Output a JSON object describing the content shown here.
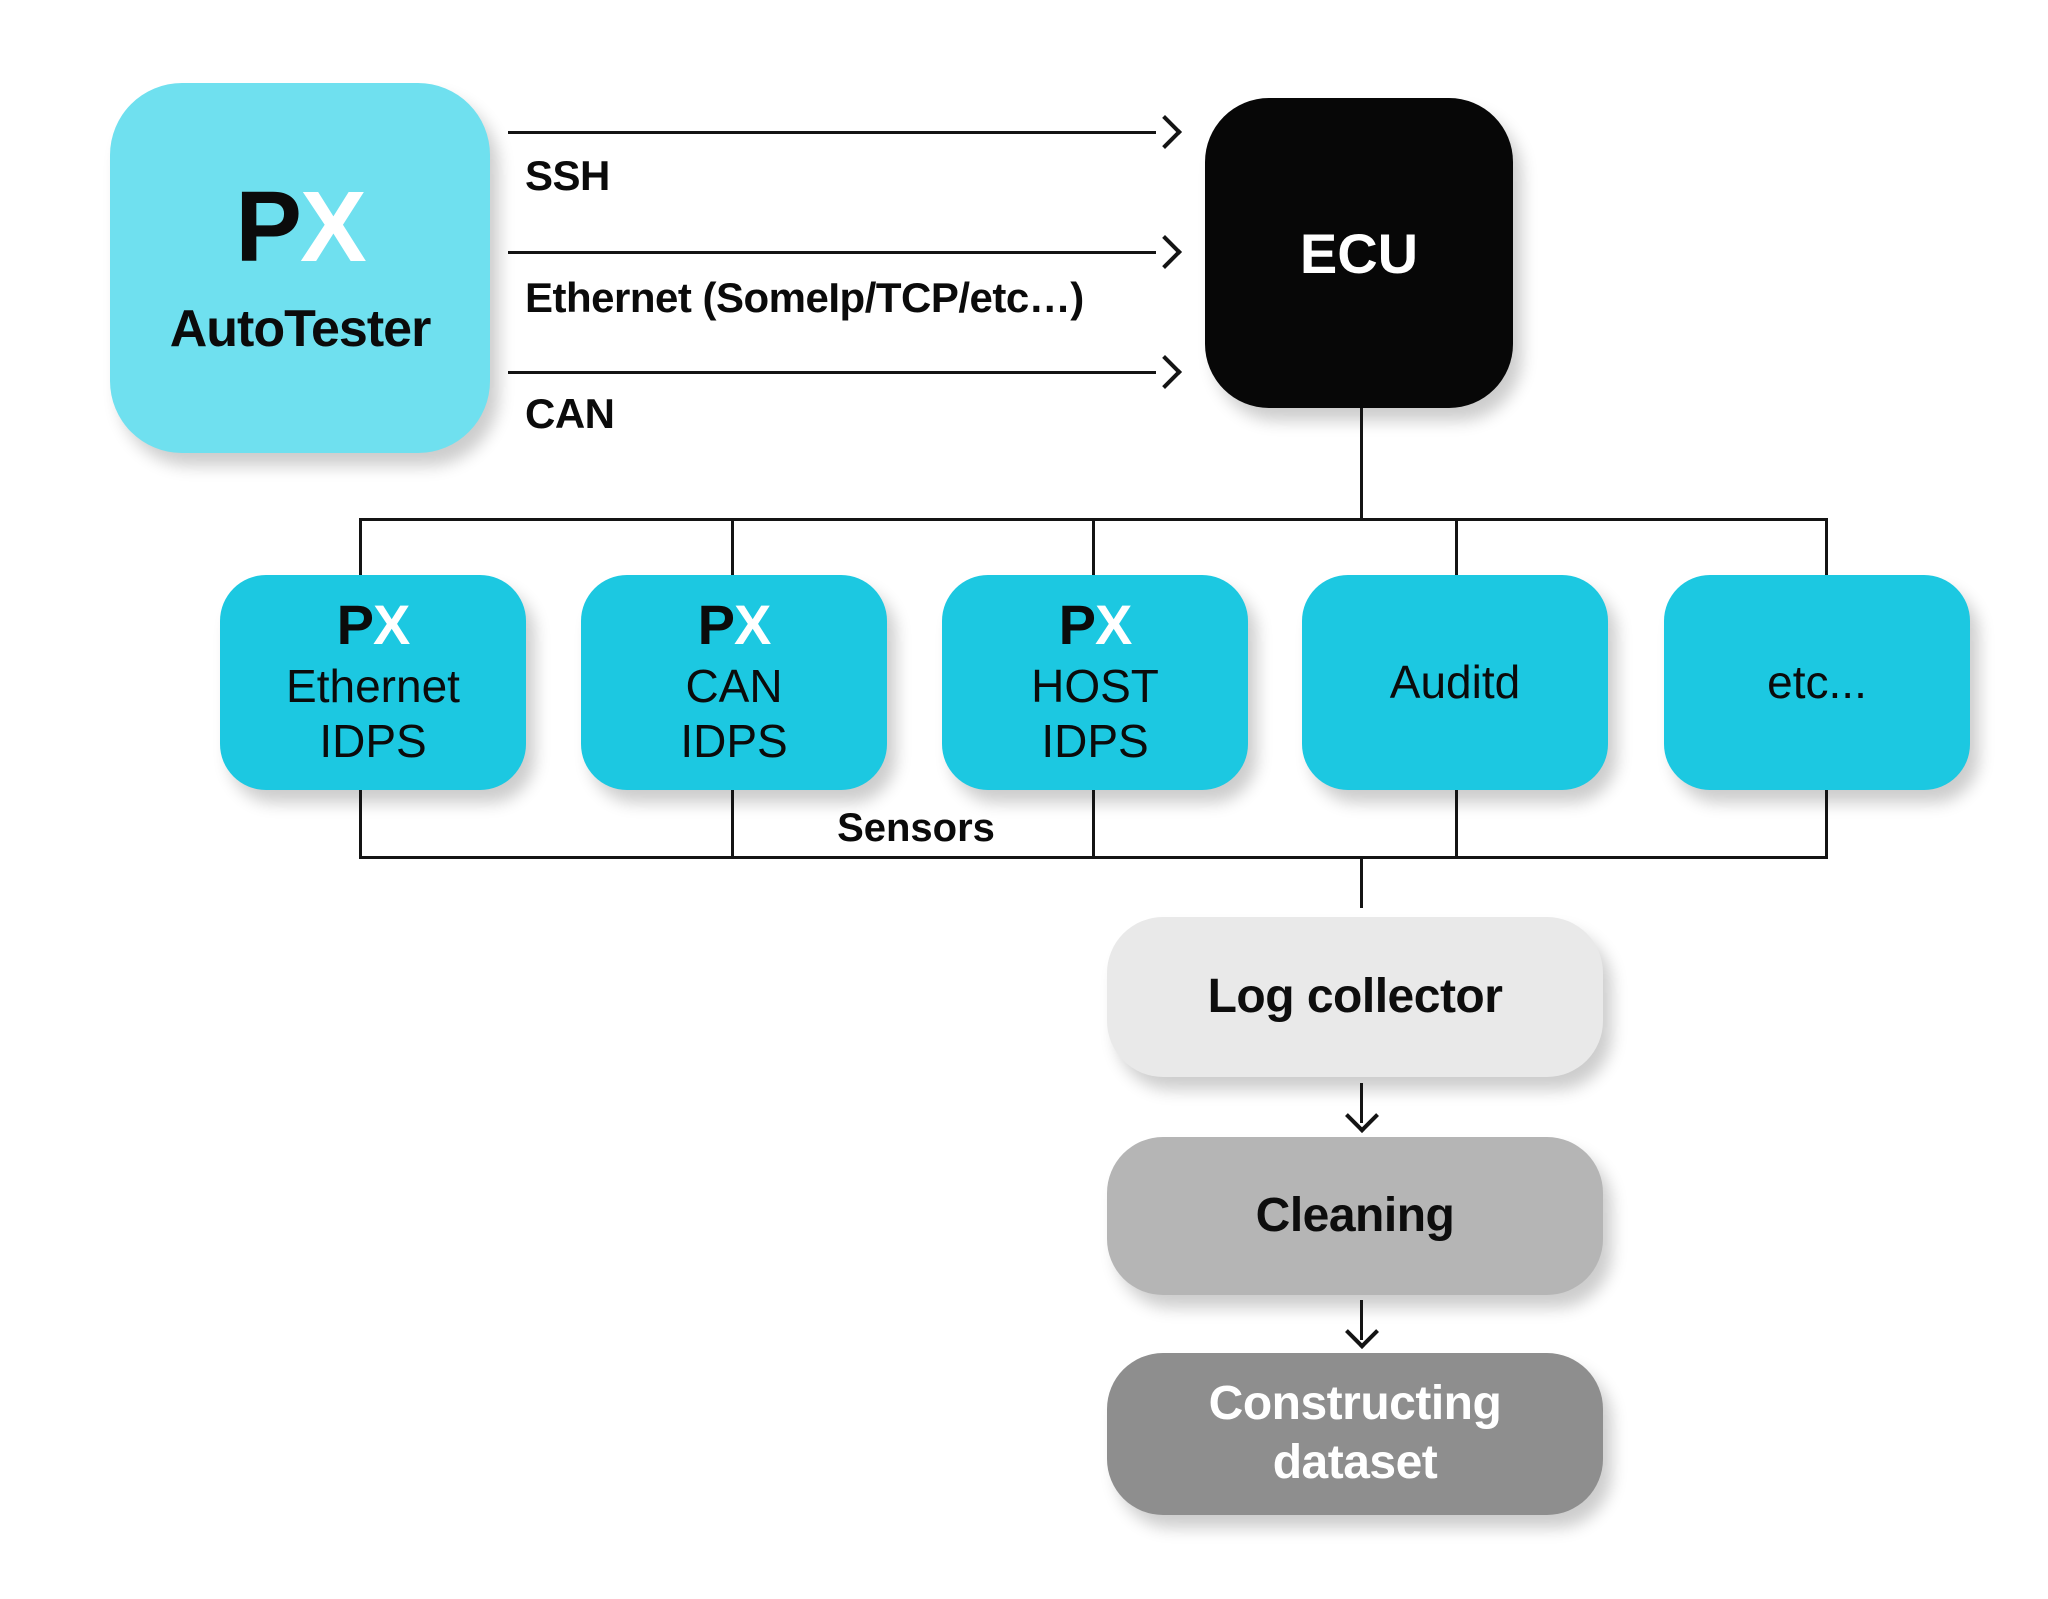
{
  "colors": {
    "autotester_cyan": "#6FE0EF",
    "sensor_cyan": "#1CC8E1",
    "ecu_black": "#070707",
    "line_black": "#141414"
  },
  "brand": {
    "p": "P",
    "x": "X"
  },
  "autotester": {
    "label": "AutoTester"
  },
  "ecu": {
    "label": "ECU"
  },
  "connections": [
    {
      "label": "SSH"
    },
    {
      "label": "Ethernet (SomeIp/TCP/etc…)"
    },
    {
      "label": "CAN"
    }
  ],
  "sensors": {
    "group_label": "Sensors",
    "boxes": [
      {
        "has_logo": true,
        "lines": [
          "Ethernet",
          "IDPS"
        ]
      },
      {
        "has_logo": true,
        "lines": [
          "CAN",
          "IDPS"
        ]
      },
      {
        "has_logo": true,
        "lines": [
          "HOST",
          "IDPS"
        ]
      },
      {
        "has_logo": false,
        "lines": [
          "Auditd"
        ]
      },
      {
        "has_logo": false,
        "lines": [
          "etc..."
        ]
      }
    ]
  },
  "pipeline": [
    {
      "label": "Log collector",
      "lines": [
        "Log collector"
      ],
      "fill": "#E9E9E9",
      "text": "#0d0d0d"
    },
    {
      "label": "Cleaning",
      "lines": [
        "Cleaning"
      ],
      "fill": "#B5B5B5",
      "text": "#0d0d0d"
    },
    {
      "label": "Constructing dataset",
      "lines": [
        "Constructing",
        "dataset"
      ],
      "fill": "#8E8E8E",
      "text": "#ffffff"
    }
  ]
}
